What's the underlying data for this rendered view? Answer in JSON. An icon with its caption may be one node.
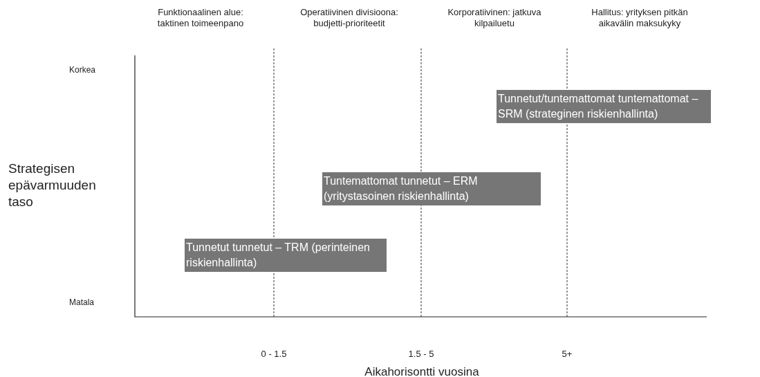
{
  "diagram": {
    "nodes": [
      {
        "text": [
          "Tunnetut/tuntemattomat tuntemattomat – SRM (strateginen riskienhallinta)"
        ]
      },
      {
        "text": [
          "Tuntemattomat tunnetut – ERM (yritystasoinen riskienhallinta)"
        ]
      },
      {
        "text": [
          "Tunnetut tunnetut – TRM (perinteinen riskienhallinta)"
        ]
      }
    ],
    "edges": [],
    "labels": [
      "Funktionaalinen alue: taktinen toimeenpano",
      "Operatiivinen divisioona: budjetti-prioriteetit",
      "Korporatiivinen: jatkuva kilpailuetu",
      "Hallitus: yrityksen pitkän aikavälin maksukyky",
      "Korkea",
      "Strategisen epävarmuuden taso",
      "Matala",
      "0 - 1.5",
      "1.5 - 5",
      "5+",
      "Aikahorisontti vuosina"
    ]
  }
}
